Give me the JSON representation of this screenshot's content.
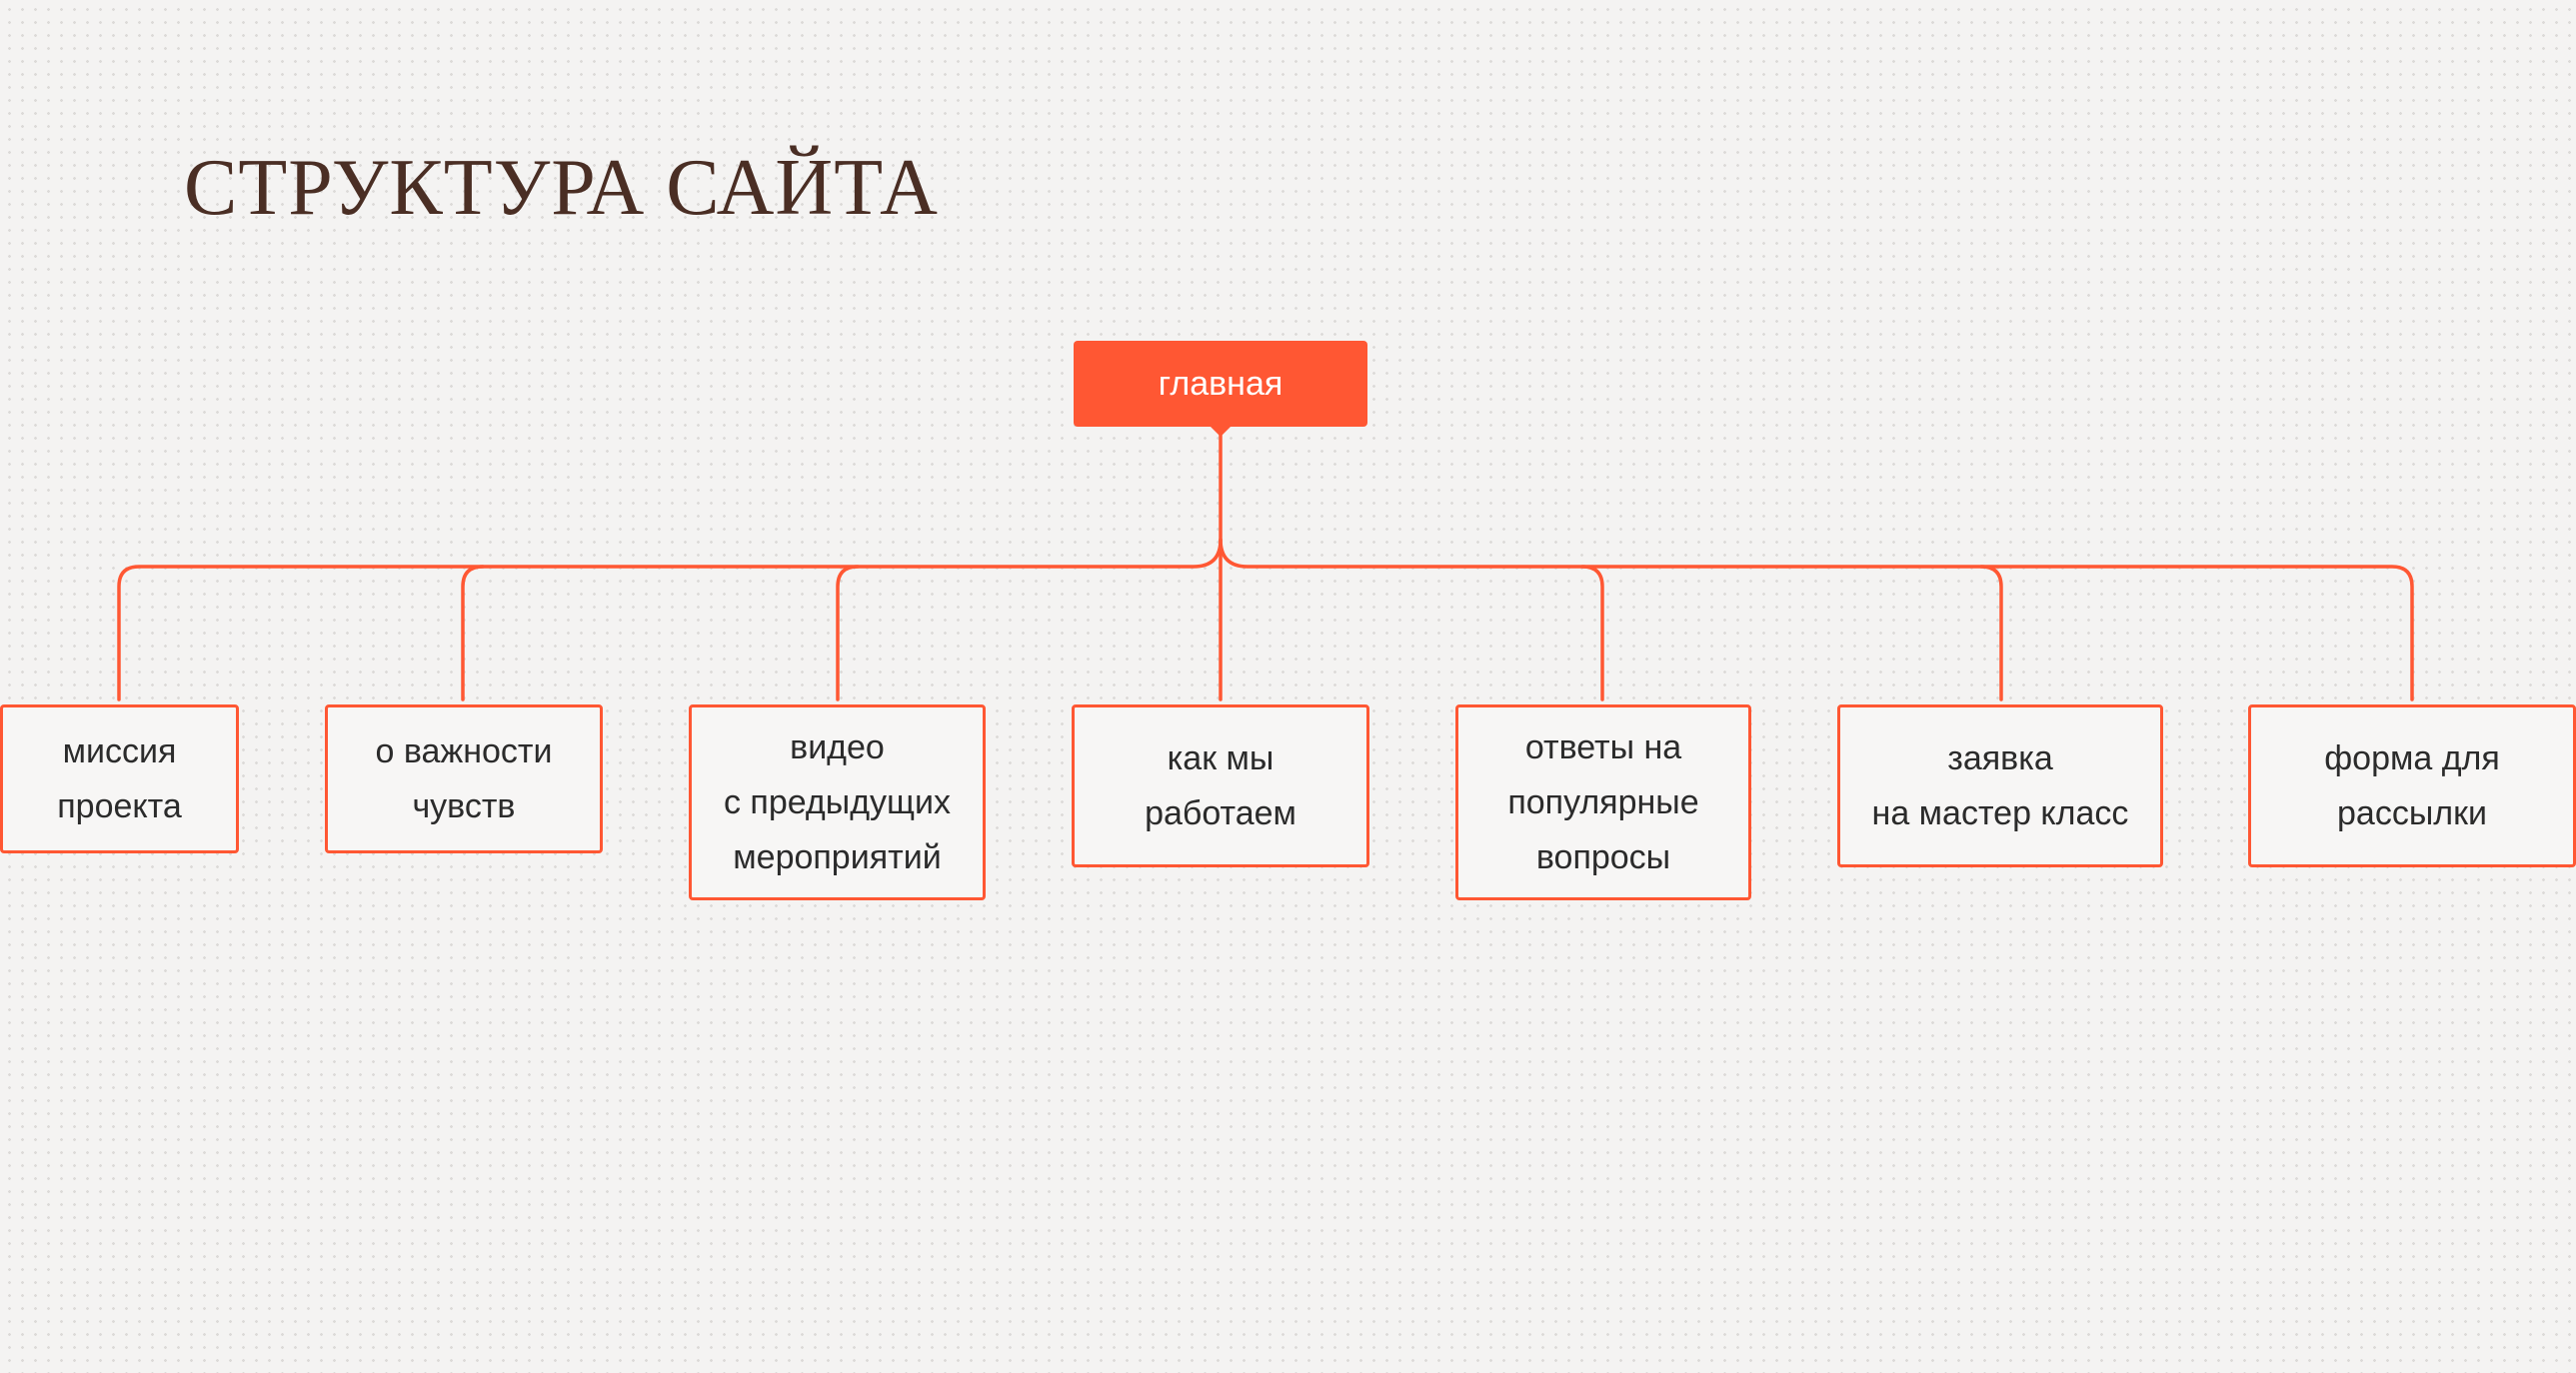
{
  "title": "СТРУКТУРА САЙТА",
  "accent_color": "#ff5733",
  "title_color": "#4a2e24",
  "diagram": {
    "root": {
      "label": "главная"
    },
    "children": [
      {
        "label": "миссия\nпроекта"
      },
      {
        "label": "о важности\nчувств"
      },
      {
        "label": "видео\nс предыдущих\nмероприятий"
      },
      {
        "label": "как мы\nработаем"
      },
      {
        "label": "ответы на\nпопулярные\nвопросы"
      },
      {
        "label": "заявка\nна мастер класс"
      },
      {
        "label": "форма для\nрассылки"
      }
    ]
  }
}
